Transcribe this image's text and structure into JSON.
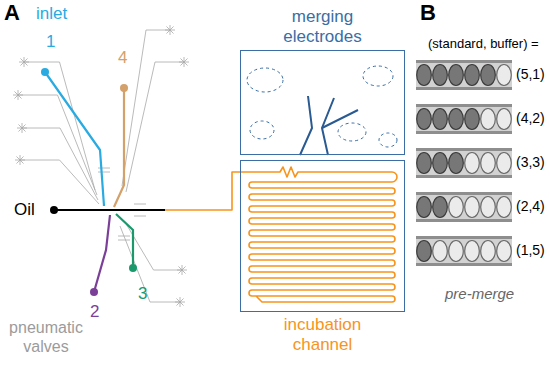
{
  "diagram": {
    "nodes": [
      {
        "text": [
          "merging electrodes"
        ]
      },
      {
        "text": [
          "incubation channel"
        ]
      }
    ],
    "labels": [
      "A",
      "inlet",
      "1",
      "4",
      "Oil",
      "2",
      "3",
      "pneumatic valves",
      "B",
      "(standard, buffer) =",
      "(5,1)",
      "(4,2)",
      "(3,3)",
      "(2,4)",
      "(1,5)",
      "pre-merge"
    ]
  }
}
